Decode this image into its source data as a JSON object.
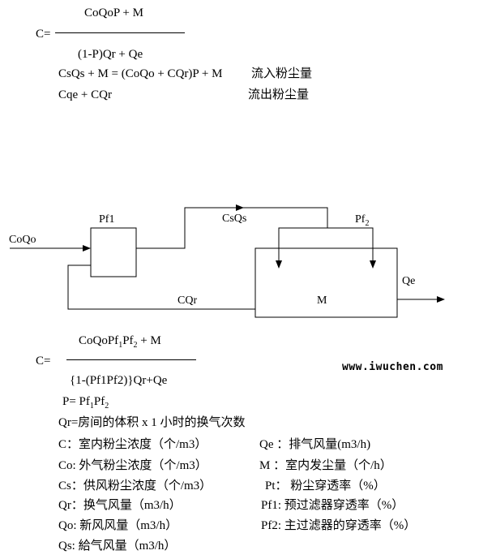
{
  "formula1": {
    "lhs": "C=",
    "numerator": "CoQoP + M",
    "denominator": "(1-P)Qr + Qe",
    "lines": [
      {
        "expr": "CsQs + M = (CoQo + CQr)P + M",
        "note": "流入粉尘量"
      },
      {
        "expr": "Cqe + CQr",
        "note": "流出粉尘量"
      }
    ]
  },
  "diagram": {
    "inlet_label": "CoQo",
    "filter1_label": "Pf1",
    "supply_label": "CsQs",
    "filter2_label": "Pf",
    "filter2_sub": "2",
    "return_label": "CQr",
    "room_label": "M",
    "outlet_label": "Qe"
  },
  "watermark": "www.iwuchen.com",
  "formula2": {
    "lhs": "C=",
    "numerator": {
      "a": "CoQoPf",
      "s1": "1",
      "b": "Pf",
      "s2": "2",
      "c": " + M"
    },
    "denominator": "{1-(Pf1Pf2)}Qr+Qe",
    "p_def": {
      "a": "P= Pf",
      "s1": "1",
      "b": "Pf",
      "s2": "2"
    },
    "qr_def": "Qr=房间的体积 x 1 小时的换气次数"
  },
  "legend": {
    "left": [
      "C：室内粉尘浓度（个/m3）",
      "Co: 外气粉尘浓度（个/m3）",
      "Cs：供风粉尘浓度（个/m3）",
      "Qr：换气风量（m3/h）",
      "Qo: 新风风量（m3/h）",
      "Qs: 給气风量（m3/h）"
    ],
    "right": [
      "Qe ：排气风量(m3/h)",
      " M ：室内发尘量（个/h）",
      "Pt：  粉尘穿透率（%）",
      "Pf1: 预过滤器穿透率（%）",
      "Pf2: 主过滤器的穿透率（%）"
    ]
  }
}
